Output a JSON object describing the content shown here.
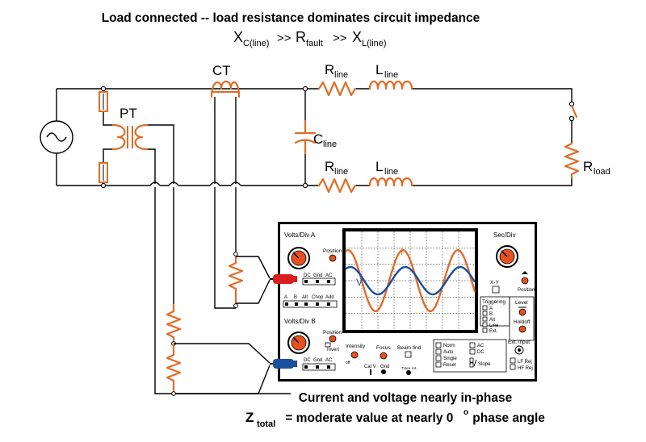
{
  "title": "Load connected -- load resistance dominates circuit impedance",
  "relation": {
    "x": "X",
    "xc_sub": "C(line)",
    "gt1": ">>",
    "r": "R",
    "rfault_sub": "fault",
    "gt2": ">>",
    "x2": "X",
    "xl_sub": "L(line)"
  },
  "labels": {
    "ct": "CT",
    "pt": "PT",
    "r_line": "R",
    "r_line_sub": "line",
    "l_line": "L",
    "l_line_sub": "line",
    "c_line": "C",
    "c_line_sub": "line",
    "r_load": "R",
    "r_load_sub": "load"
  },
  "scope": {
    "volts_div_a": "Volts/Div A",
    "volts_div_b": "Volts/Div B",
    "sec_div": "Sec/Div",
    "position": "Position",
    "coupling_dc": "DC",
    "coupling_gnd": "Gnd",
    "coupling_ac": "AC",
    "mode_a": "A",
    "mode_b": "B",
    "mode_alt": "Alt",
    "mode_chop": "Chop",
    "mode_add": "Add",
    "invert": "Invert",
    "xy": "X-Y",
    "triggering": "Triggering",
    "trig_a": "A",
    "trig_b": "B",
    "trig_alt": "Alt",
    "trig_line": "Line",
    "trig_ext": "Ext.",
    "level": "Level",
    "holdoff": "Holdoff",
    "ext_input": "Ext. input",
    "intensity": "Intensity",
    "focus": "Focus",
    "beam_find": "Beam find",
    "off": "off",
    "cal_v": "Cal V",
    "gnd": "Gnd",
    "trace_rot": "Trace rot.",
    "norm": "Norm",
    "auto": "Auto",
    "single": "Single",
    "reset": "Reset",
    "ac": "AC",
    "dc": "DC",
    "slope": "Slope",
    "lf_rej": "LF Rej",
    "hf_rej": "HF Rej",
    "trace_i": "I",
    "trace_v": "V"
  },
  "caption1": "Current and voltage nearly in-phase",
  "caption2": {
    "z": "Z",
    "z_sub": "total",
    "text_a": " = moderate value at nearly 0",
    "deg": "o",
    "text_b": " phase angle"
  },
  "colors": {
    "component": "#e06c28",
    "current_trace": "#e06c28",
    "voltage_trace": "#1a4fa0",
    "probe_a": "#d81e1e",
    "probe_b": "#1a4fa0",
    "knob": "#e8501e"
  }
}
